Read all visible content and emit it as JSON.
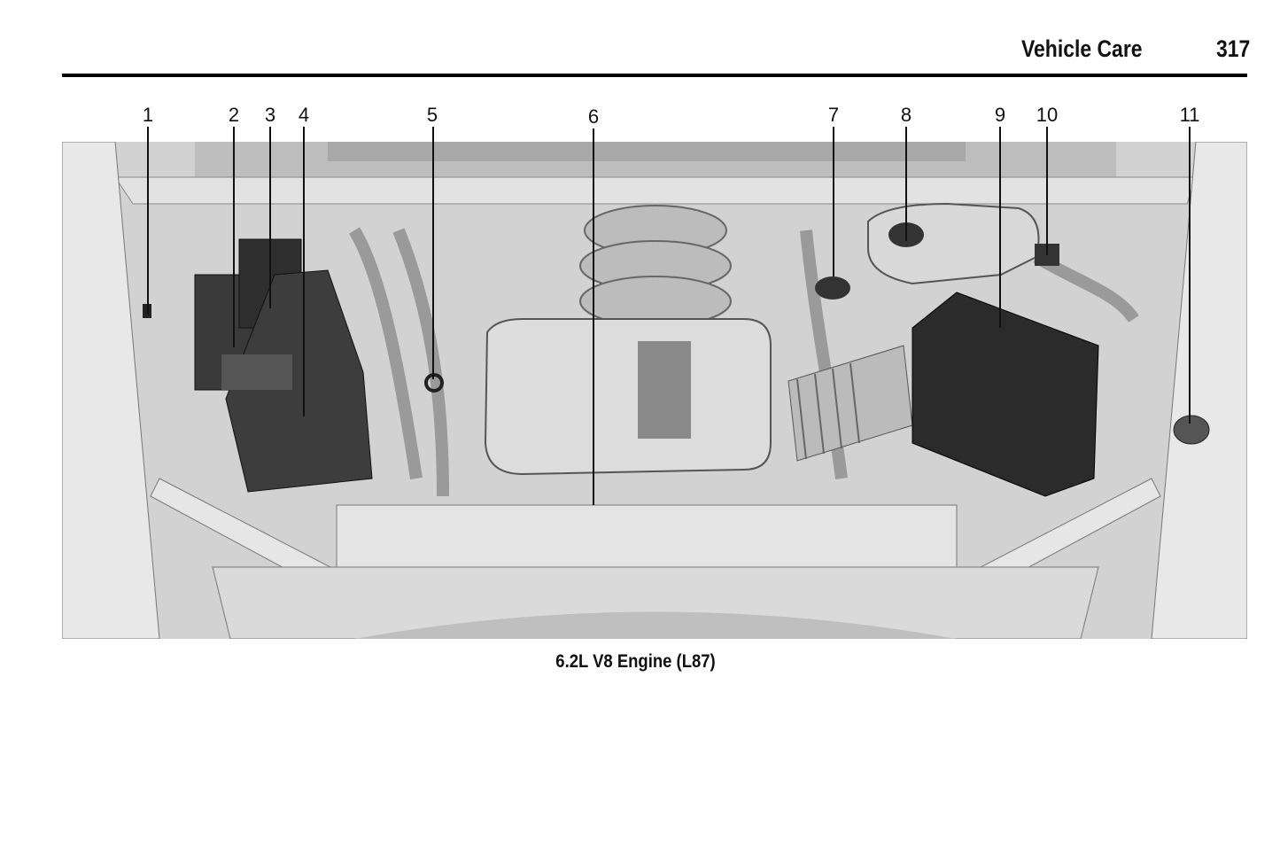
{
  "header": {
    "section_title": "Vehicle Care",
    "page_number": "317"
  },
  "figure": {
    "callouts": [
      "1",
      "2",
      "3",
      "4",
      "5",
      "6",
      "7",
      "8",
      "9",
      "10",
      "11"
    ],
    "caption": "6.2L V8 Engine (L87)"
  }
}
